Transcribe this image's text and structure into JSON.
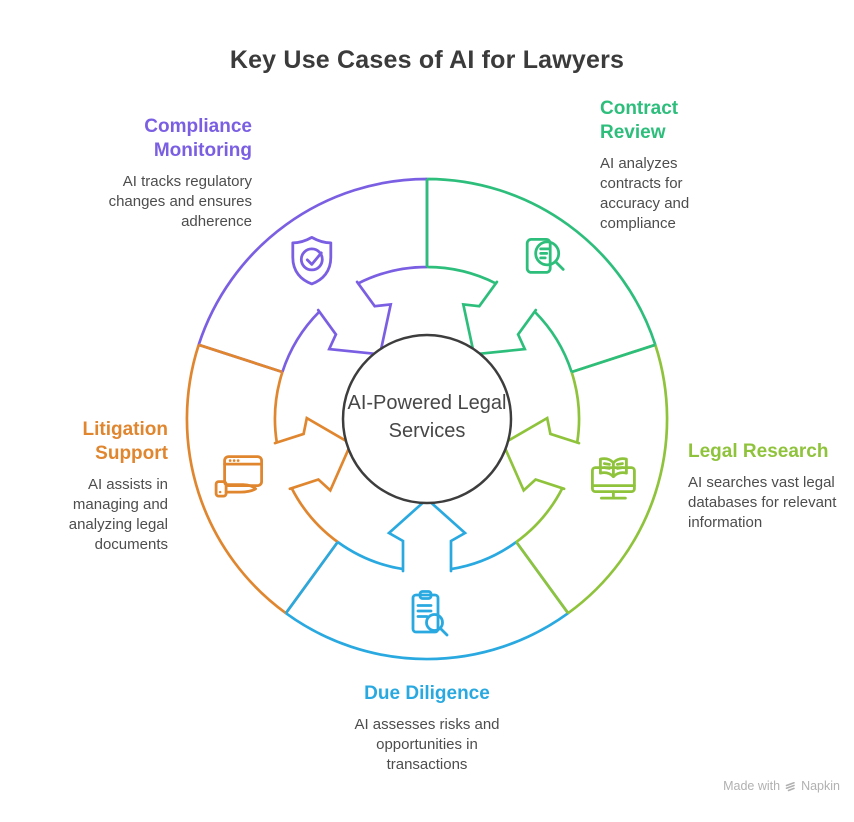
{
  "title": "Key Use Cases of AI for Lawyers",
  "center": {
    "label": "AI-Powered Legal Services",
    "circle_color": "#3d3d3d",
    "text_color": "#474747"
  },
  "colors": {
    "title_text": "#3b3b3b",
    "body_text": "#4d4d4d",
    "watermark_text": "#b1b1b1"
  },
  "segments": [
    {
      "id": "compliance-monitoring",
      "label": "Compliance Monitoring",
      "description": "AI tracks regulatory changes and ensures adherence",
      "color": "#7b5fe3",
      "icon": "shield-check-icon",
      "angle": 126
    },
    {
      "id": "contract-review",
      "label": "Contract Review",
      "description": "AI analyzes contracts for accuracy and compliance",
      "color": "#2ebe7c",
      "icon": "document-search-icon",
      "angle": 54
    },
    {
      "id": "legal-research",
      "label": "Legal Research",
      "description": "AI searches vast legal databases for relevant information",
      "color": "#8fc33c",
      "icon": "book-monitor-icon",
      "angle": -18
    },
    {
      "id": "due-diligence",
      "label": "Due Diligence",
      "description": "AI assesses risks and opportunities in transactions",
      "color": "#29a9e0",
      "icon": "clipboard-search-icon",
      "angle": -90
    },
    {
      "id": "litigation-support",
      "label": "Litigation Support",
      "description": "AI assists in managing and analyzing legal documents",
      "color": "#e0862f",
      "icon": "window-gavel-icon",
      "angle": 198
    }
  ],
  "watermark": {
    "text_prefix": "Made with",
    "brand": "Napkin"
  }
}
